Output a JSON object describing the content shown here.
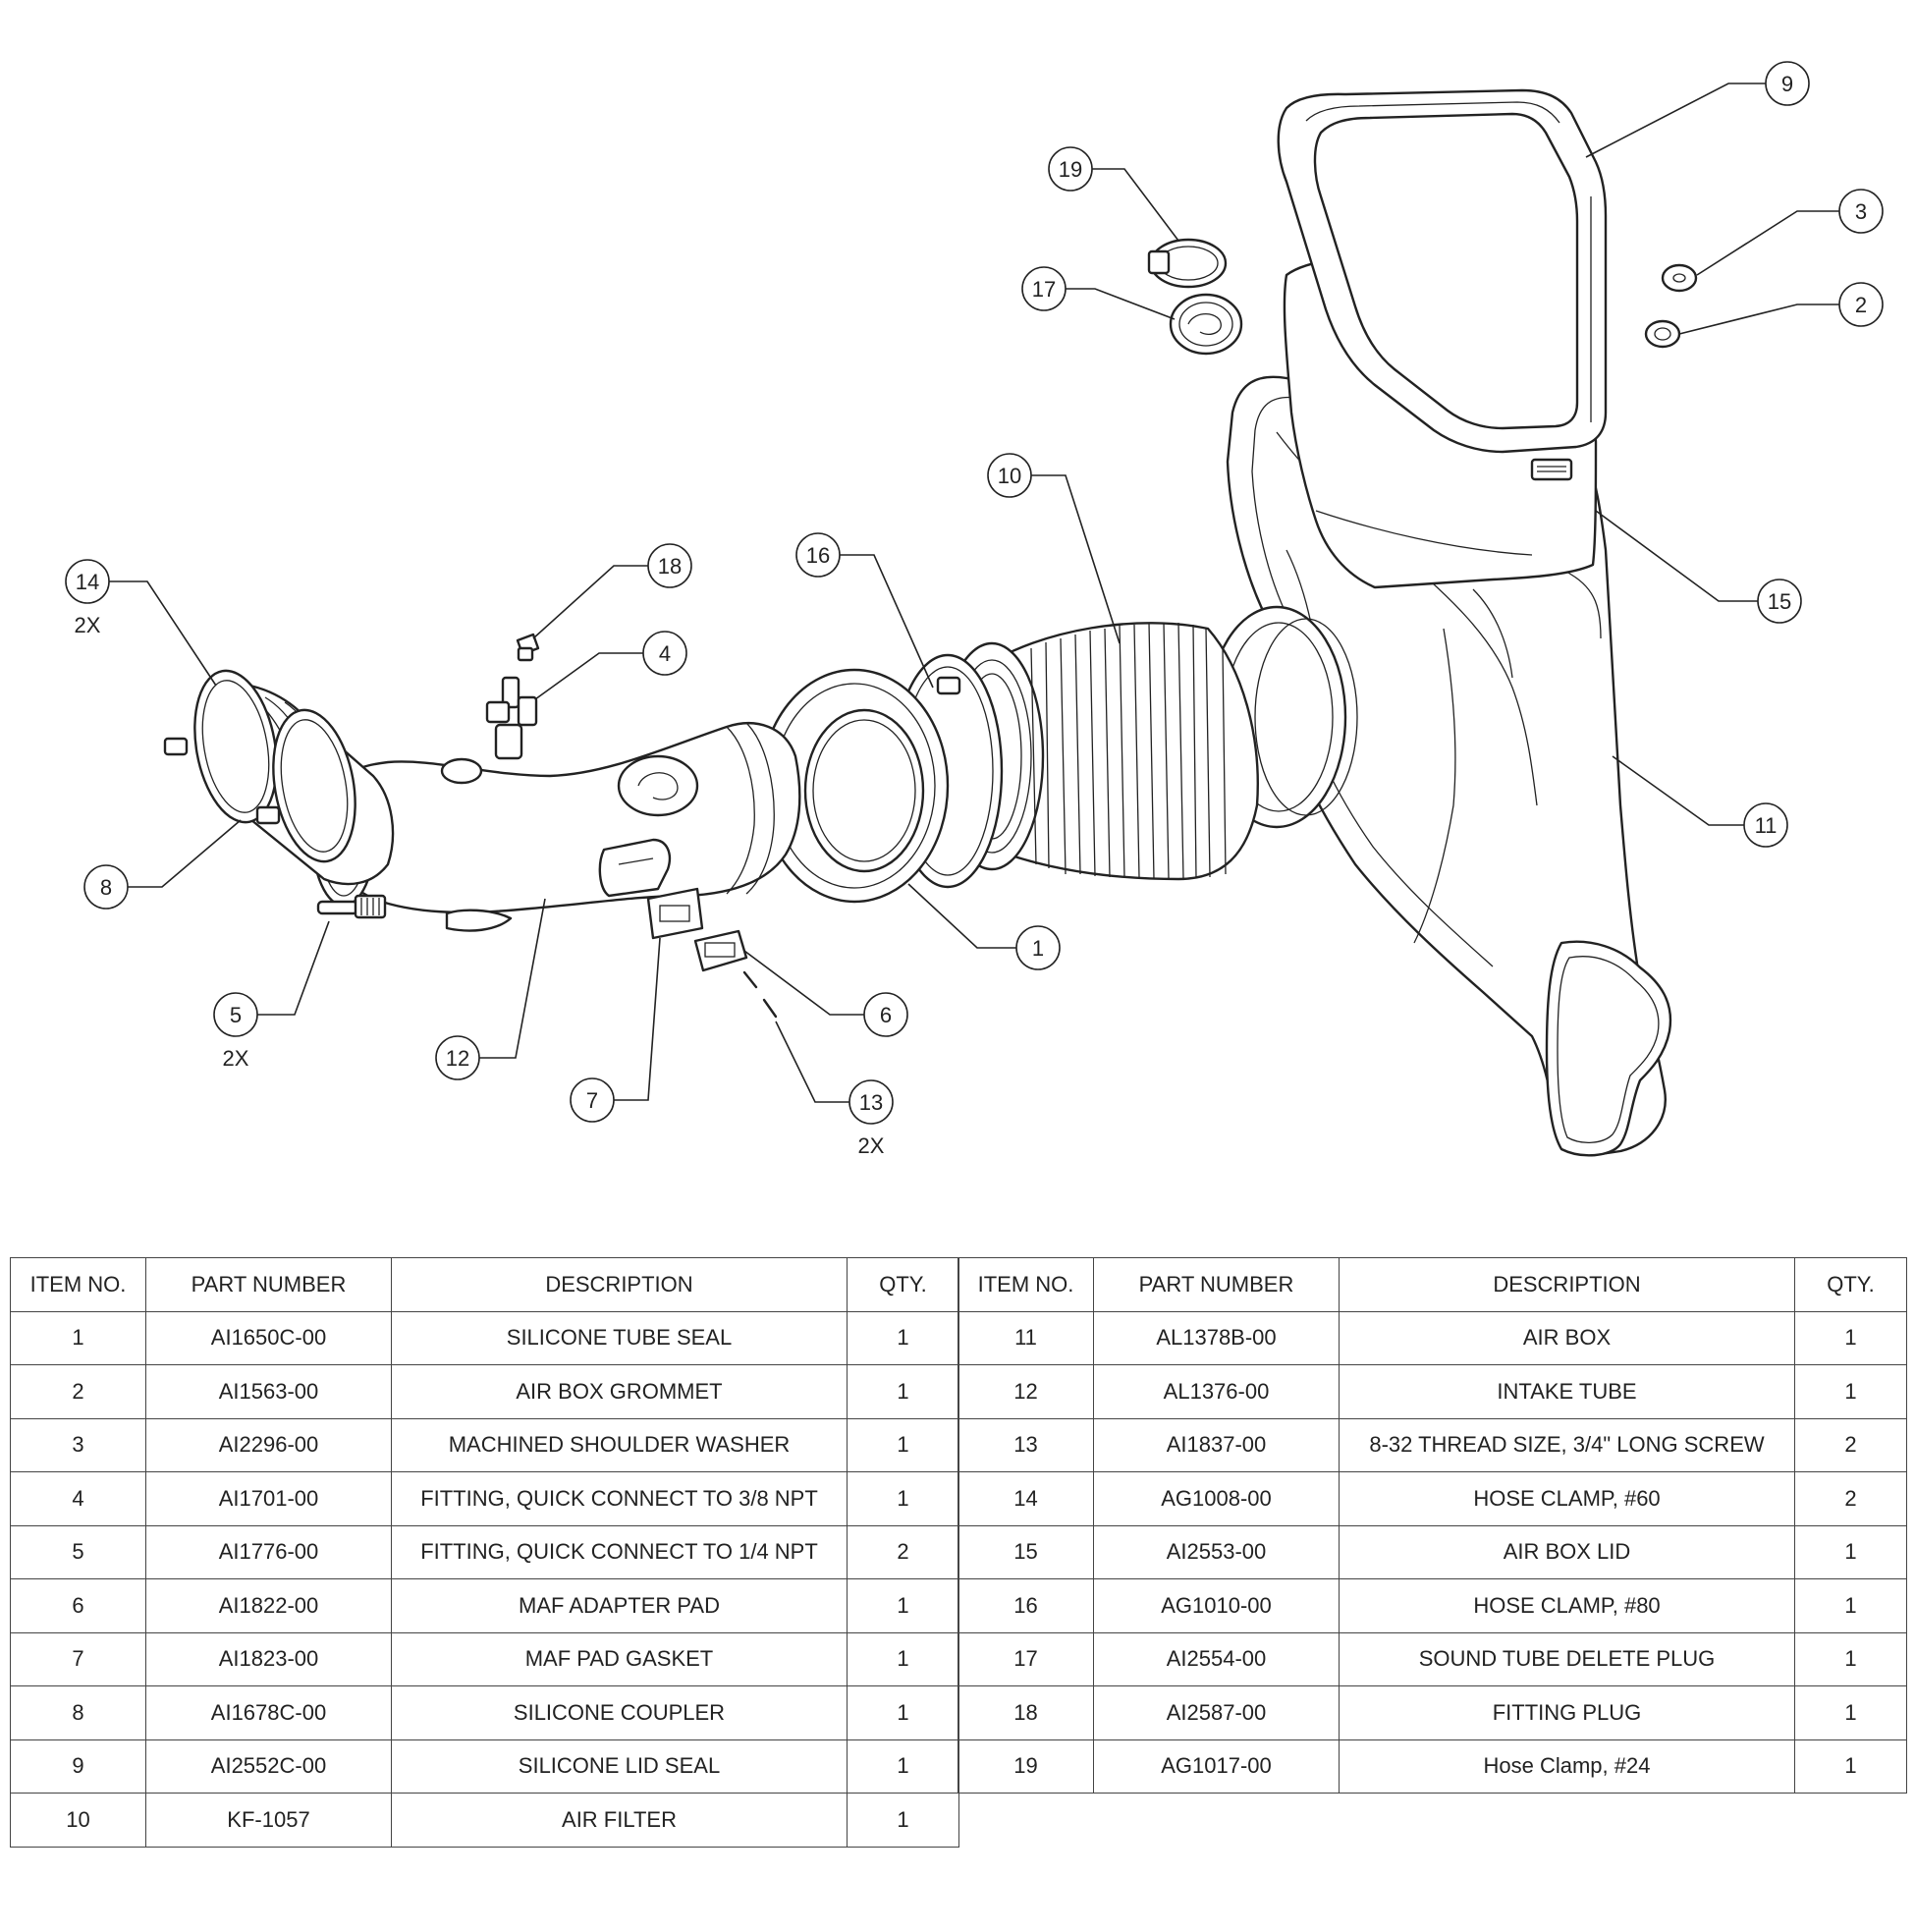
{
  "diagram": {
    "title": "Intake system exploded view",
    "callouts": [
      {
        "item": "1",
        "qty_note": ""
      },
      {
        "item": "2",
        "qty_note": ""
      },
      {
        "item": "3",
        "qty_note": ""
      },
      {
        "item": "4",
        "qty_note": ""
      },
      {
        "item": "5",
        "qty_note": "2X"
      },
      {
        "item": "6",
        "qty_note": ""
      },
      {
        "item": "7",
        "qty_note": ""
      },
      {
        "item": "8",
        "qty_note": ""
      },
      {
        "item": "9",
        "qty_note": ""
      },
      {
        "item": "10",
        "qty_note": ""
      },
      {
        "item": "11",
        "qty_note": ""
      },
      {
        "item": "12",
        "qty_note": ""
      },
      {
        "item": "13",
        "qty_note": "2X"
      },
      {
        "item": "14",
        "qty_note": "2X"
      },
      {
        "item": "15",
        "qty_note": ""
      },
      {
        "item": "16",
        "qty_note": ""
      },
      {
        "item": "17",
        "qty_note": ""
      },
      {
        "item": "18",
        "qty_note": ""
      },
      {
        "item": "19",
        "qty_note": ""
      }
    ]
  },
  "bom": {
    "headers": {
      "item_no": "ITEM NO.",
      "part_number": "PART NUMBER",
      "description": "DESCRIPTION",
      "qty": "QTY."
    },
    "left_rows": [
      {
        "item": "1",
        "part": "AI1650C-00",
        "desc": "SILICONE TUBE SEAL",
        "qty": "1"
      },
      {
        "item": "2",
        "part": "AI1563-00",
        "desc": "AIR BOX GROMMET",
        "qty": "1"
      },
      {
        "item": "3",
        "part": "AI2296-00",
        "desc": "MACHINED SHOULDER WASHER",
        "qty": "1"
      },
      {
        "item": "4",
        "part": "AI1701-00",
        "desc": "FITTING, QUICK CONNECT TO 3/8 NPT",
        "qty": "1"
      },
      {
        "item": "5",
        "part": "AI1776-00",
        "desc": "FITTING, QUICK CONNECT TO 1/4 NPT",
        "qty": "2"
      },
      {
        "item": "6",
        "part": "AI1822-00",
        "desc": "MAF ADAPTER PAD",
        "qty": "1"
      },
      {
        "item": "7",
        "part": "AI1823-00",
        "desc": "MAF PAD GASKET",
        "qty": "1"
      },
      {
        "item": "8",
        "part": "AI1678C-00",
        "desc": "SILICONE COUPLER",
        "qty": "1"
      },
      {
        "item": "9",
        "part": "AI2552C-00",
        "desc": "SILICONE LID SEAL",
        "qty": "1"
      },
      {
        "item": "10",
        "part": "KF-1057",
        "desc": "AIR FILTER",
        "qty": "1"
      }
    ],
    "right_rows": [
      {
        "item": "11",
        "part": "AL1378B-00",
        "desc": "AIR BOX",
        "qty": "1"
      },
      {
        "item": "12",
        "part": "AL1376-00",
        "desc": "INTAKE TUBE",
        "qty": "1"
      },
      {
        "item": "13",
        "part": "AI1837-00",
        "desc": "8-32 THREAD SIZE, 3/4\" LONG SCREW",
        "qty": "2"
      },
      {
        "item": "14",
        "part": "AG1008-00",
        "desc": "HOSE CLAMP, #60",
        "qty": "2"
      },
      {
        "item": "15",
        "part": "AI2553-00",
        "desc": "AIR BOX LID",
        "qty": "1"
      },
      {
        "item": "16",
        "part": "AG1010-00",
        "desc": "HOSE CLAMP, #80",
        "qty": "1"
      },
      {
        "item": "17",
        "part": "AI2554-00",
        "desc": "SOUND TUBE DELETE PLUG",
        "qty": "1"
      },
      {
        "item": "18",
        "part": "AI2587-00",
        "desc": "FITTING PLUG",
        "qty": "1"
      },
      {
        "item": "19",
        "part": "AG1017-00",
        "desc": "Hose Clamp, #24",
        "qty": "1"
      }
    ]
  }
}
